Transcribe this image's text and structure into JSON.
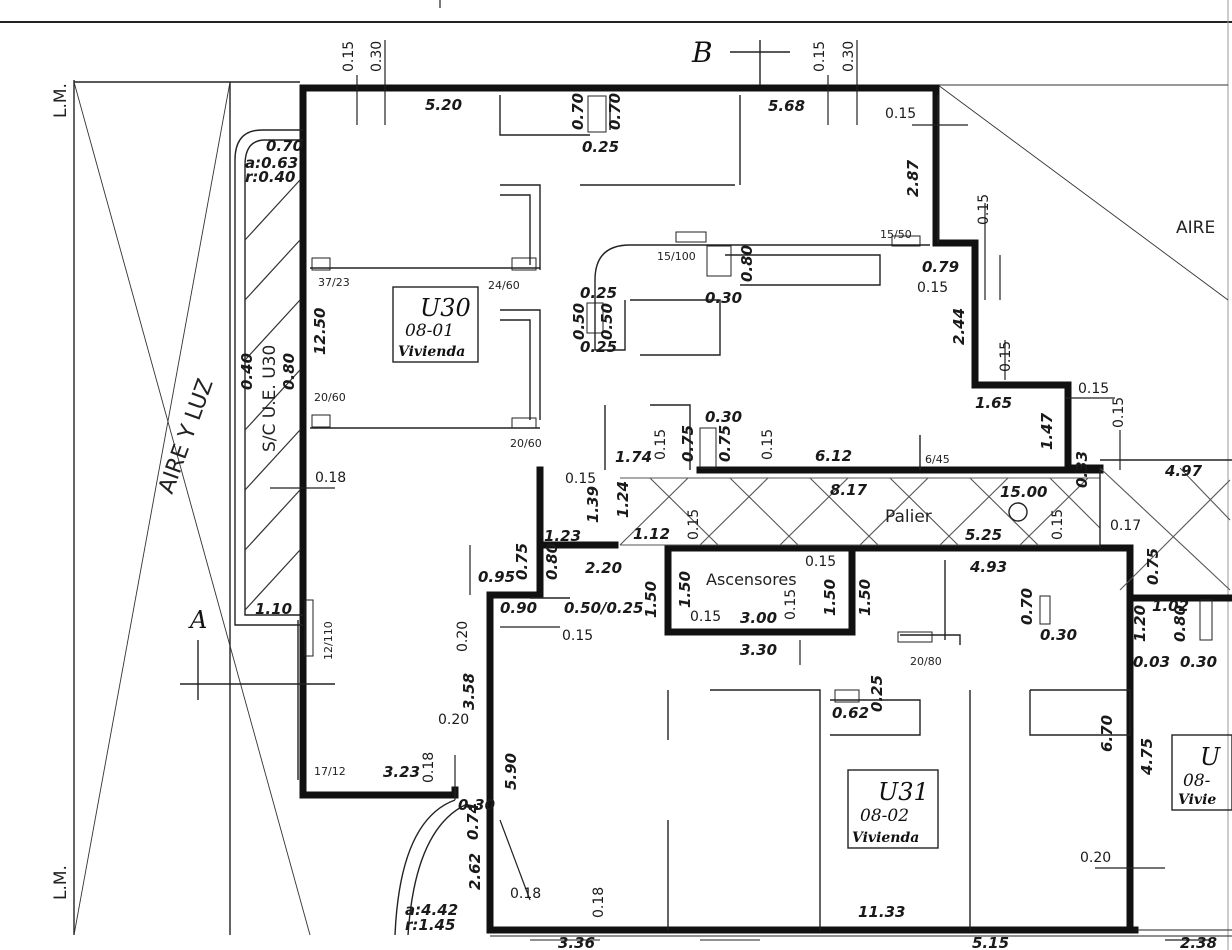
{
  "section_markers": {
    "a": "A",
    "b": "B"
  },
  "edge_labels": {
    "lm_top": "L.M.",
    "lm_bottom": "L.M.",
    "aire_luz": "AIRE Y LUZ",
    "aire_right": "AIRE",
    "sc_ue": "S/C U.E. U30"
  },
  "units": {
    "u30": {
      "code": "U30",
      "number": "08-01",
      "use": "Vivienda"
    },
    "u31": {
      "code": "U31",
      "number": "08-02",
      "use": "Vivienda"
    },
    "u_right": {
      "code": "U",
      "number": "08-",
      "use": "Vivie"
    }
  },
  "rooms": {
    "palier": "Palier",
    "ascensores": "Ascensores"
  },
  "openings": {
    "o1": "37/23",
    "o2": "24/60",
    "o3": "20/60",
    "o4": "20/60",
    "o5": "15/100",
    "o6": "15/50",
    "o7": "6/45",
    "o8": "12/110",
    "o9": "17/12",
    "o10": "20/80"
  },
  "dims": {
    "d015_a": "0.15",
    "d030_a": "0.30",
    "d015_b": "0.15",
    "d030_b": "0.30",
    "d520": "5.20",
    "d568": "5.68",
    "d015_c": "0.15",
    "d070_a": "0.70",
    "d070_b": "0.70",
    "d025_a": "0.25",
    "d070_c": "0.70",
    "a063": "a:0.63",
    "r040": "r:0.40",
    "d287": "2.87",
    "d015_d": "0.15",
    "d079": "0.79",
    "d015_e": "0.15",
    "d080_a": "0.80",
    "d030_c": "0.30",
    "d025_b": "0.25",
    "d050_a": "0.50",
    "d050_b": "0.50",
    "d025_c": "0.25",
    "d1250": "12.50",
    "d040": "0.40",
    "d080_b": "0.80",
    "d244": "2.44",
    "d015_f": "0.15",
    "d165": "1.65",
    "d015_g": "0.15",
    "d147": "1.47",
    "d015_h": "0.15",
    "d030_d": "0.30",
    "d174": "1.74",
    "d015_i": "0.15",
    "d075_a": "0.75",
    "d075_b": "0.75",
    "d015_j": "0.15",
    "d612": "6.12",
    "d018_a": "0.18",
    "d015_k": "0.15",
    "d139": "1.39",
    "d124": "1.24",
    "d817": "8.17",
    "d1500": "15.00",
    "d033": "0.33",
    "d497": "4.97",
    "d123": "1.23",
    "d112": "1.12",
    "d015_l": "0.15",
    "d525": "5.25",
    "d015_m": "0.15",
    "d017": "0.17",
    "d075_c": "0.75",
    "d095": "0.95",
    "d075_d": "0.75",
    "d080_c": "0.80",
    "d220": "2.20",
    "d150_a": "1.50",
    "d150_b": "1.50",
    "d015_n": "0.15",
    "d493": "4.93",
    "d150_c": "1.50",
    "d150_d": "1.50",
    "d090": "0.90",
    "d050_025": "0.50/0.25",
    "d015_o": "0.15",
    "d015_p": "0.15",
    "d300": "3.00",
    "d015_q": "0.15",
    "d330": "3.30",
    "d070_d": "0.70",
    "d030_e": "0.30",
    "d110": "1.10",
    "d020_a": "0.20",
    "d102": "1.02",
    "d120": "1.20",
    "d080_d": "0.80",
    "d003": "0.03",
    "d030_f": "0.30",
    "d358": "3.58",
    "d020_b": "0.20",
    "d062": "0.62",
    "d025_d": "0.25",
    "d590": "5.90",
    "d670": "6.70",
    "d475": "4.75",
    "d323": "3.23",
    "d018_b": "0.18",
    "d030_g": "0.30",
    "d074": "0.74",
    "d262": "2.62",
    "d018_c": "0.18",
    "d018_d": "0.18",
    "d1133": "11.33",
    "d020_c": "0.20",
    "a442": "a:4.42",
    "r145": "r:1.45",
    "d336": "3.36",
    "d515": "5.15",
    "d238": "2.38"
  }
}
